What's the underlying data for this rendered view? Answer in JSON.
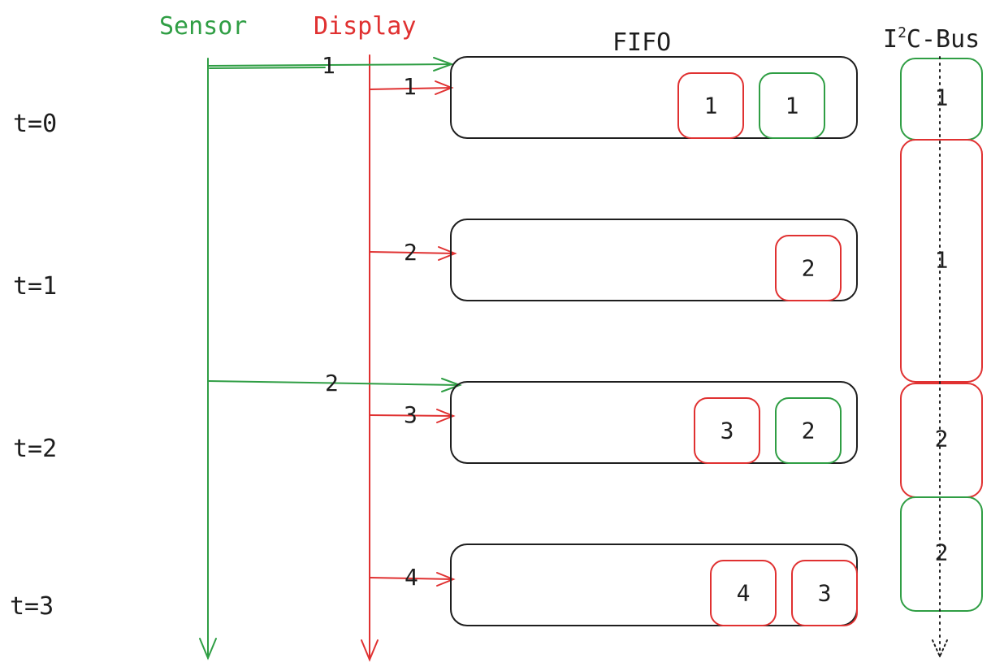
{
  "colors": {
    "sensor": "#2f9e44",
    "display": "#e03131",
    "ink": "#1e1e1e"
  },
  "titles": {
    "sensor": "Sensor",
    "display": "Display",
    "fifo": "FIFO",
    "bus_prefix": "I",
    "bus_superscript": "2",
    "bus_suffix": "C-Bus"
  },
  "time_labels": [
    "t=0",
    "t=1",
    "t=2",
    "t=3"
  ],
  "sensor_messages": [
    "1",
    "2"
  ],
  "display_messages": [
    "1",
    "2",
    "3",
    "4"
  ],
  "fifo_rows": [
    {
      "items": [
        {
          "label": "1",
          "source": "display"
        },
        {
          "label": "1",
          "source": "sensor"
        }
      ]
    },
    {
      "items": [
        {
          "label": "2",
          "source": "display"
        }
      ]
    },
    {
      "items": [
        {
          "label": "3",
          "source": "display"
        },
        {
          "label": "2",
          "source": "sensor"
        }
      ]
    },
    {
      "items": [
        {
          "label": "4",
          "source": "display"
        },
        {
          "label": "3",
          "source": "display"
        }
      ]
    }
  ],
  "bus_slots": [
    {
      "label": "1",
      "source": "sensor"
    },
    {
      "label": "1",
      "source": "display"
    },
    {
      "label": "2",
      "source": "display"
    },
    {
      "label": "2",
      "source": "sensor"
    }
  ]
}
